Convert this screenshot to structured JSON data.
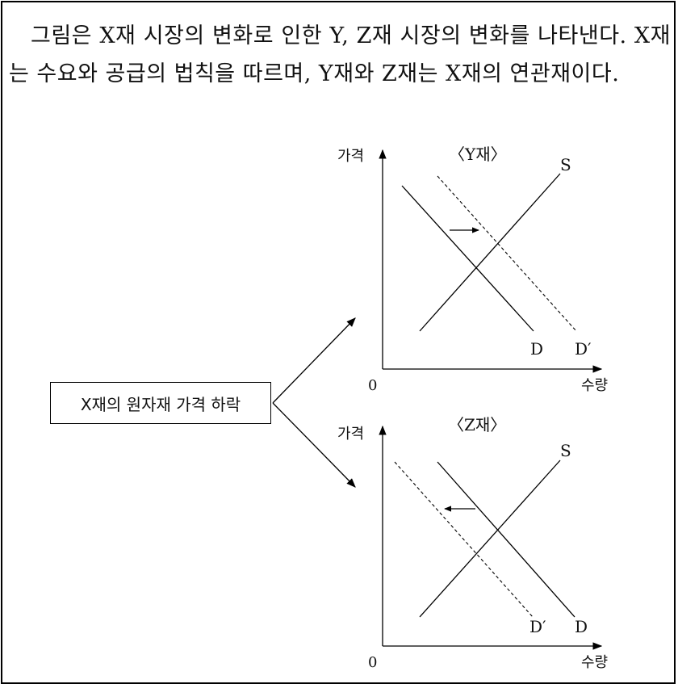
{
  "intro_text": "그림은 X재 시장의 변화로 인한 Y, Z재 시장의 변화를 나타낸다. X재는 수요와 공급의 법칙을 따르며, Y재와 Z재는 X재의 연관재이다.",
  "cause_label": "X재의 원자재 가격 하락",
  "graphs": [
    {
      "title": "〈Y재〉",
      "y_axis_label": "가격",
      "x_axis_label": "수량",
      "origin_label": "0",
      "supply_label": "S",
      "demand_label": "D",
      "shifted_demand_label": "D′",
      "shift_direction": "right"
    },
    {
      "title": "〈Z재〉",
      "y_axis_label": "가격",
      "x_axis_label": "수량",
      "origin_label": "0",
      "supply_label": "S",
      "demand_label": "D",
      "shifted_demand_label": "D′",
      "shift_direction": "left"
    }
  ]
}
